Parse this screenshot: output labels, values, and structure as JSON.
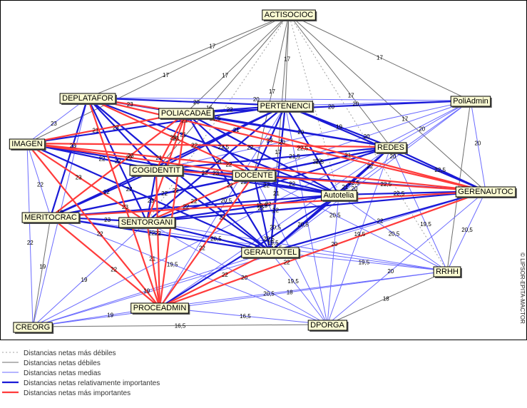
{
  "diagram": {
    "nodes": [
      {
        "id": "ACTISOCIOC",
        "label": "ACTISOCIOC"
      },
      {
        "id": "DEPLATAFOR",
        "label": "DEPLATAFOR"
      },
      {
        "id": "PoliAdmin",
        "label": "PoliAdmin"
      },
      {
        "id": "POLIACADAE",
        "label": "POLIACADAE"
      },
      {
        "id": "PERTENENCI",
        "label": "PERTENENCI"
      },
      {
        "id": "IMAGEN",
        "label": "IMAGEN"
      },
      {
        "id": "REDES",
        "label": "REDES"
      },
      {
        "id": "COGIDENTIT",
        "label": "COGIDENTIT"
      },
      {
        "id": "DOCENTE",
        "label": "DOCENTE"
      },
      {
        "id": "Autotelia",
        "label": "Autotelia"
      },
      {
        "id": "GERENAUTOC",
        "label": "GERENAUTOC"
      },
      {
        "id": "MERITOCRAC",
        "label": "MERITOCRAC"
      },
      {
        "id": "SENTORGANI",
        "label": "SENTORGANI"
      },
      {
        "id": "GERAUTOTEL",
        "label": "GERAUTOTEL"
      },
      {
        "id": "RRHH",
        "label": "RRHH"
      },
      {
        "id": "PROCEADMIN",
        "label": "PROCEADMIN"
      },
      {
        "id": "CREORG",
        "label": "CREORG"
      },
      {
        "id": "DPORGA",
        "label": "DPORGA"
      }
    ],
    "edges": [
      {
        "from": "ACTISOCIOC",
        "to": "DEPLATAFOR",
        "type": "weak",
        "label": "17"
      },
      {
        "from": "ACTISOCIOC",
        "to": "PoliAdmin",
        "type": "weak",
        "label": "17"
      },
      {
        "from": "ACTISOCIOC",
        "to": "POLIACADAE",
        "type": "weak",
        "label": "17"
      },
      {
        "from": "ACTISOCIOC",
        "to": "PERTENENCI",
        "type": "weak",
        "label": "17"
      },
      {
        "from": "ACTISOCIOC",
        "to": "REDES",
        "type": "weak",
        "label": "17"
      },
      {
        "from": "ACTISOCIOC",
        "to": "DOCENTE",
        "type": "weak",
        "label": "17"
      },
      {
        "from": "ACTISOCIOC",
        "to": "COGIDENTIT",
        "type": "weak",
        "label": "16"
      },
      {
        "from": "ACTISOCIOC",
        "to": "IMAGEN",
        "type": "weak",
        "label": "17"
      },
      {
        "from": "ACTISOCIOC",
        "to": "GERENAUTOC",
        "type": "weak",
        "label": "17"
      },
      {
        "from": "ACTISOCIOC",
        "to": "Autotelia",
        "type": "weakest",
        "label": ""
      },
      {
        "from": "ACTISOCIOC",
        "to": "GERAUTOTEL",
        "type": "weak",
        "label": "17"
      },
      {
        "from": "ACTISOCIOC",
        "to": "SENTORGANI",
        "type": "weakest",
        "label": ""
      },
      {
        "from": "ACTISOCIOC",
        "to": "RRHH",
        "type": "weakest",
        "label": ""
      },
      {
        "from": "DEPLATAFOR",
        "to": "PoliAdmin",
        "type": "medium",
        "label": "20"
      },
      {
        "from": "DEPLATAFOR",
        "to": "IMAGEN",
        "type": "medium",
        "label": "23"
      },
      {
        "from": "DEPLATAFOR",
        "to": "POLIACADAE",
        "type": "important",
        "label": "23"
      },
      {
        "from": "DEPLATAFOR",
        "to": "PERTENENCI",
        "type": "relative",
        "label": "20"
      },
      {
        "from": "DEPLATAFOR",
        "to": "REDES",
        "type": "relative",
        "label": "21,5"
      },
      {
        "from": "DEPLATAFOR",
        "to": "GERENAUTOC",
        "type": "important",
        "label": "22,5"
      },
      {
        "from": "DEPLATAFOR",
        "to": "COGIDENTIT",
        "type": "relative",
        "label": "23"
      },
      {
        "from": "DEPLATAFOR",
        "to": "DOCENTE",
        "type": "important",
        "label": "23"
      },
      {
        "from": "DEPLATAFOR",
        "to": "MERITOCRAC",
        "type": "relative",
        "label": "23"
      },
      {
        "from": "DEPLATAFOR",
        "to": "PROCEADMIN",
        "type": "important",
        "label": "23"
      },
      {
        "from": "DEPLATAFOR",
        "to": "GERAUTOTEL",
        "type": "relative",
        "label": "21"
      },
      {
        "from": "DEPLATAFOR",
        "to": "SENTORGANI",
        "type": "relative",
        "label": "22"
      },
      {
        "from": "DEPLATAFOR",
        "to": "Autotelia",
        "type": "relative",
        "label": "21"
      },
      {
        "from": "DEPLATAFOR",
        "to": "CREORG",
        "type": "medium",
        "label": "19"
      },
      {
        "from": "PoliAdmin",
        "to": "PERTENENCI",
        "type": "medium",
        "label": "20"
      },
      {
        "from": "PoliAdmin",
        "to": "POLIACADAE",
        "type": "relative",
        "label": "20"
      },
      {
        "from": "PoliAdmin",
        "to": "REDES",
        "type": "medium",
        "label": "20"
      },
      {
        "from": "PoliAdmin",
        "to": "DOCENTE",
        "type": "medium",
        "label": "20"
      },
      {
        "from": "PoliAdmin",
        "to": "COGIDENTIT",
        "type": "medium",
        "label": "20"
      },
      {
        "from": "PoliAdmin",
        "to": "GERENAUTOC",
        "type": "medium",
        "label": "20"
      },
      {
        "from": "PoliAdmin",
        "to": "Autotelia",
        "type": "medium",
        "label": "20"
      },
      {
        "from": "PoliAdmin",
        "to": "RRHH",
        "type": "weak",
        "label": ""
      },
      {
        "from": "PoliAdmin",
        "to": "GERAUTOTEL",
        "type": "medium",
        "label": "20"
      },
      {
        "from": "PoliAdmin",
        "to": "CREORG",
        "type": "medium",
        "label": ""
      },
      {
        "from": "POLIACADAE",
        "to": "IMAGEN",
        "type": "important",
        "label": "21"
      },
      {
        "from": "POLIACADAE",
        "to": "PERTENENCI",
        "type": "relative",
        "label": "22"
      },
      {
        "from": "POLIACADAE",
        "to": "REDES",
        "type": "relative",
        "label": "20"
      },
      {
        "from": "POLIACADAE",
        "to": "COGIDENTIT",
        "type": "important",
        "label": "23"
      },
      {
        "from": "POLIACADAE",
        "to": "DOCENTE",
        "type": "relative",
        "label": "22,5"
      },
      {
        "from": "POLIACADAE",
        "to": "Autotelia",
        "type": "relative",
        "label": "22"
      },
      {
        "from": "POLIACADAE",
        "to": "GERENAUTOC",
        "type": "important",
        "label": "21"
      },
      {
        "from": "POLIACADAE",
        "to": "MERITOCRAC",
        "type": "important",
        "label": "23"
      },
      {
        "from": "POLIACADAE",
        "to": "SENTORGANI",
        "type": "important",
        "label": "23"
      },
      {
        "from": "POLIACADAE",
        "to": "PROCEADMIN",
        "type": "important",
        "label": "22"
      },
      {
        "from": "POLIACADAE",
        "to": "GERAUTOTEL",
        "type": "relative",
        "label": "22"
      },
      {
        "from": "PERTENENCI",
        "to": "IMAGEN",
        "type": "relative",
        "label": "21"
      },
      {
        "from": "PERTENENCI",
        "to": "REDES",
        "type": "relative",
        "label": "19"
      },
      {
        "from": "PERTENENCI",
        "to": "COGIDENTIT",
        "type": "relative",
        "label": "21"
      },
      {
        "from": "PERTENENCI",
        "to": "DOCENTE",
        "type": "relative",
        "label": "23"
      },
      {
        "from": "PERTENENCI",
        "to": "Autotelia",
        "type": "relative",
        "label": "22"
      },
      {
        "from": "PERTENENCI",
        "to": "GERENAUTOC",
        "type": "relative",
        "label": "21,5"
      },
      {
        "from": "PERTENENCI",
        "to": "MERITOCRAC",
        "type": "relative",
        "label": "22"
      },
      {
        "from": "PERTENENCI",
        "to": "SENTORGANI",
        "type": "relative",
        "label": "21"
      },
      {
        "from": "PERTENENCI",
        "to": "GERAUTOTEL",
        "type": "relative",
        "label": "21"
      },
      {
        "from": "PERTENENCI",
        "to": "PROCEADMIN",
        "type": "medium",
        "label": "20,5"
      },
      {
        "from": "PERTENENCI",
        "to": "DPORGA",
        "type": "medium",
        "label": ""
      },
      {
        "from": "IMAGEN",
        "to": "REDES",
        "type": "important",
        "label": "22"
      },
      {
        "from": "IMAGEN",
        "to": "COGIDENTIT",
        "type": "relative",
        "label": "22"
      },
      {
        "from": "IMAGEN",
        "to": "DOCENTE",
        "type": "important",
        "label": "22"
      },
      {
        "from": "IMAGEN",
        "to": "Autotelia",
        "type": "relative",
        "label": "22"
      },
      {
        "from": "IMAGEN",
        "to": "GERENAUTOC",
        "type": "important",
        "label": "22"
      },
      {
        "from": "IMAGEN",
        "to": "MERITOCRAC",
        "type": "medium",
        "label": "22"
      },
      {
        "from": "IMAGEN",
        "to": "SENTORGANI",
        "type": "important",
        "label": "23"
      },
      {
        "from": "IMAGEN",
        "to": "PROCEADMIN",
        "type": "important",
        "label": "22"
      },
      {
        "from": "IMAGEN",
        "to": "GERAUTOTEL",
        "type": "relative",
        "label": "22"
      },
      {
        "from": "IMAGEN",
        "to": "CREORG",
        "type": "medium",
        "label": "22"
      },
      {
        "from": "REDES",
        "to": "COGIDENTIT",
        "type": "relative",
        "label": "21,5"
      },
      {
        "from": "REDES",
        "to": "DOCENTE",
        "type": "relative",
        "label": "22,5"
      },
      {
        "from": "REDES",
        "to": "Autotelia",
        "type": "relative",
        "label": "22"
      },
      {
        "from": "REDES",
        "to": "GERENAUTOC",
        "type": "relative",
        "label": "22,5"
      },
      {
        "from": "REDES",
        "to": "MERITOCRAC",
        "type": "relative",
        "label": "22"
      },
      {
        "from": "REDES",
        "to": "SENTORGANI",
        "type": "relative",
        "label": "22"
      },
      {
        "from": "REDES",
        "to": "GERAUTOTEL",
        "type": "relative",
        "label": "21"
      },
      {
        "from": "REDES",
        "to": "PROCEADMIN",
        "type": "medium",
        "label": "20,5"
      },
      {
        "from": "REDES",
        "to": "RRHH",
        "type": "medium",
        "label": "19,5"
      },
      {
        "from": "REDES",
        "to": "DPORGA",
        "type": "medium",
        "label": "19,5"
      },
      {
        "from": "COGIDENTIT",
        "to": "DOCENTE",
        "type": "relative",
        "label": "23"
      },
      {
        "from": "COGIDENTIT",
        "to": "Autotelia",
        "type": "relative",
        "label": "22"
      },
      {
        "from": "COGIDENTIT",
        "to": "GERENAUTOC",
        "type": "important",
        "label": "22,5"
      },
      {
        "from": "COGIDENTIT",
        "to": "MERITOCRAC",
        "type": "relative",
        "label": "22"
      },
      {
        "from": "COGIDENTIT",
        "to": "SENTORGANI",
        "type": "relative",
        "label": "23"
      },
      {
        "from": "COGIDENTIT",
        "to": "PROCEADMIN",
        "type": "important",
        "label": "22"
      },
      {
        "from": "COGIDENTIT",
        "to": "GERAUTOTEL",
        "type": "relative",
        "label": "22"
      },
      {
        "from": "DOCENTE",
        "to": "Autotelia",
        "type": "relative",
        "label": "22"
      },
      {
        "from": "DOCENTE",
        "to": "GERENAUTOC",
        "type": "relative",
        "label": "22,5"
      },
      {
        "from": "DOCENTE",
        "to": "MERITOCRAC",
        "type": "relative",
        "label": "22"
      },
      {
        "from": "DOCENTE",
        "to": "SENTORGANI",
        "type": "important",
        "label": "22"
      },
      {
        "from": "DOCENTE",
        "to": "GERAUTOTEL",
        "type": "relative",
        "label": "21"
      },
      {
        "from": "DOCENTE",
        "to": "PROCEADMIN",
        "type": "important",
        "label": "22"
      },
      {
        "from": "DOCENTE",
        "to": "RRHH",
        "type": "medium",
        "label": "20,5"
      },
      {
        "from": "DOCENTE",
        "to": "DPORGA",
        "type": "medium",
        "label": "20,5"
      },
      {
        "from": "Autotelia",
        "to": "GERENAUTOC",
        "type": "relative",
        "label": "22,5"
      },
      {
        "from": "Autotelia",
        "to": "MERITOCRAC",
        "type": "relative",
        "label": "22"
      },
      {
        "from": "Autotelia",
        "to": "SENTORGANI",
        "type": "relative",
        "label": "19,5"
      },
      {
        "from": "Autotelia",
        "to": "GERAUTOTEL",
        "type": "relative",
        "label": "20,5"
      },
      {
        "from": "Autotelia",
        "to": "PROCEADMIN",
        "type": "relative",
        "label": "20,5"
      },
      {
        "from": "Autotelia",
        "to": "RRHH",
        "type": "medium",
        "label": "20,5"
      },
      {
        "from": "Autotelia",
        "to": "DPORGA",
        "type": "medium",
        "label": "20"
      },
      {
        "from": "GERENAUTOC",
        "to": "MERITOCRAC",
        "type": "important",
        "label": "22"
      },
      {
        "from": "GERENAUTOC",
        "to": "SENTORGANI",
        "type": "relative",
        "label": "22"
      },
      {
        "from": "GERENAUTOC",
        "to": "GERAUTOTEL",
        "type": "relative",
        "label": "22"
      },
      {
        "from": "GERENAUTOC",
        "to": "PROCEADMIN",
        "type": "important",
        "label": "22"
      },
      {
        "from": "GERENAUTOC",
        "to": "RRHH",
        "type": "medium",
        "label": "20,5"
      },
      {
        "from": "GERENAUTOC",
        "to": "DPORGA",
        "type": "medium",
        "label": "20"
      },
      {
        "from": "GERENAUTOC",
        "to": "CREORG",
        "type": "medium",
        "label": "20,5"
      },
      {
        "from": "MERITOCRAC",
        "to": "SENTORGANI",
        "type": "relative",
        "label": "23"
      },
      {
        "from": "MERITOCRAC",
        "to": "GERAUTOTEL",
        "type": "relative",
        "label": "22"
      },
      {
        "from": "MERITOCRAC",
        "to": "PROCEADMIN",
        "type": "important",
        "label": "22"
      },
      {
        "from": "MERITOCRAC",
        "to": "CREORG",
        "type": "weak",
        "label": "19"
      },
      {
        "from": "MERITOCRAC",
        "to": "RRHH",
        "type": "medium",
        "label": "19,5"
      },
      {
        "from": "MERITOCRAC",
        "to": "DPORGA",
        "type": "medium",
        "label": "19,5"
      },
      {
        "from": "SENTORGANI",
        "to": "GERAUTOTEL",
        "type": "relative",
        "label": "20,5"
      },
      {
        "from": "SENTORGANI",
        "to": "PROCEADMIN",
        "type": "important",
        "label": "21"
      },
      {
        "from": "SENTORGANI",
        "to": "CREORG",
        "type": "medium",
        "label": "19"
      },
      {
        "from": "SENTORGANI",
        "to": "RRHH",
        "type": "medium",
        "label": "19,5"
      },
      {
        "from": "SENTORGANI",
        "to": "DPORGA",
        "type": "medium",
        "label": "20"
      },
      {
        "from": "GERAUTOTEL",
        "to": "PROCEADMIN",
        "type": "important",
        "label": "22"
      },
      {
        "from": "GERAUTOTEL",
        "to": "RRHH",
        "type": "medium",
        "label": "19,5"
      },
      {
        "from": "GERAUTOTEL",
        "to": "DPORGA",
        "type": "medium",
        "label": "19,5"
      },
      {
        "from": "GERAUTOTEL",
        "to": "CREORG",
        "type": "medium",
        "label": "19"
      },
      {
        "from": "PROCEADMIN",
        "to": "CREORG",
        "type": "medium",
        "label": "19"
      },
      {
        "from": "PROCEADMIN",
        "to": "DPORGA",
        "type": "medium",
        "label": "16,5"
      },
      {
        "from": "PROCEADMIN",
        "to": "RRHH",
        "type": "medium",
        "label": "20,5"
      },
      {
        "from": "CREORG",
        "to": "DPORGA",
        "type": "weak",
        "label": "16,5"
      },
      {
        "from": "CREORG",
        "to": "RRHH",
        "type": "medium",
        "label": "18"
      },
      {
        "from": "DPORGA",
        "to": "RRHH",
        "type": "weak",
        "label": "18"
      }
    ],
    "edge_styles": {
      "weakest": {
        "color": "#a0a0a0",
        "dashed": true
      },
      "weak": {
        "color": "#6e6e6e",
        "dashed": false
      },
      "medium": {
        "color": "#6b6bff",
        "dashed": false
      },
      "relative": {
        "color": "#1a1ad6",
        "dashed": false
      },
      "important": {
        "color": "#ff3b3b",
        "dashed": false
      }
    },
    "side_label": "© LIPSOR-EPITA-MACTOR"
  },
  "legend": {
    "items": [
      {
        "type": "weakest",
        "label": "Distancias netas más débiles"
      },
      {
        "type": "weak",
        "label": "Distancias netas débiles"
      },
      {
        "type": "medium",
        "label": "Distancias netas medias"
      },
      {
        "type": "relative",
        "label": "Distancias netas relativamente importantes"
      },
      {
        "type": "important",
        "label": "Distancias netas más importantes"
      }
    ]
  }
}
